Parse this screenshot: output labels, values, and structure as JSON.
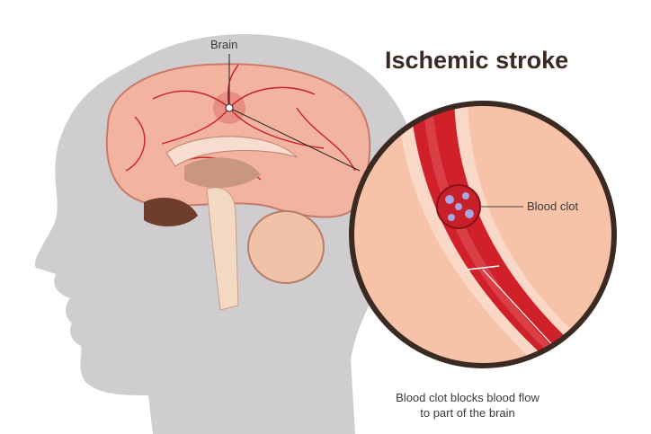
{
  "title": "Ischemic stroke",
  "labels": {
    "brain": "Brain",
    "blood_clot": "Blood clot"
  },
  "caption": {
    "line1": "Blood clot blocks blood flow",
    "line2": "to part of the brain"
  },
  "colors": {
    "head": "#cfcdcf",
    "brain": "#f2b4a0",
    "vessel": "#d0202a",
    "lens_bg": "#f6c2a8",
    "lens_border": "#3b2a22"
  }
}
